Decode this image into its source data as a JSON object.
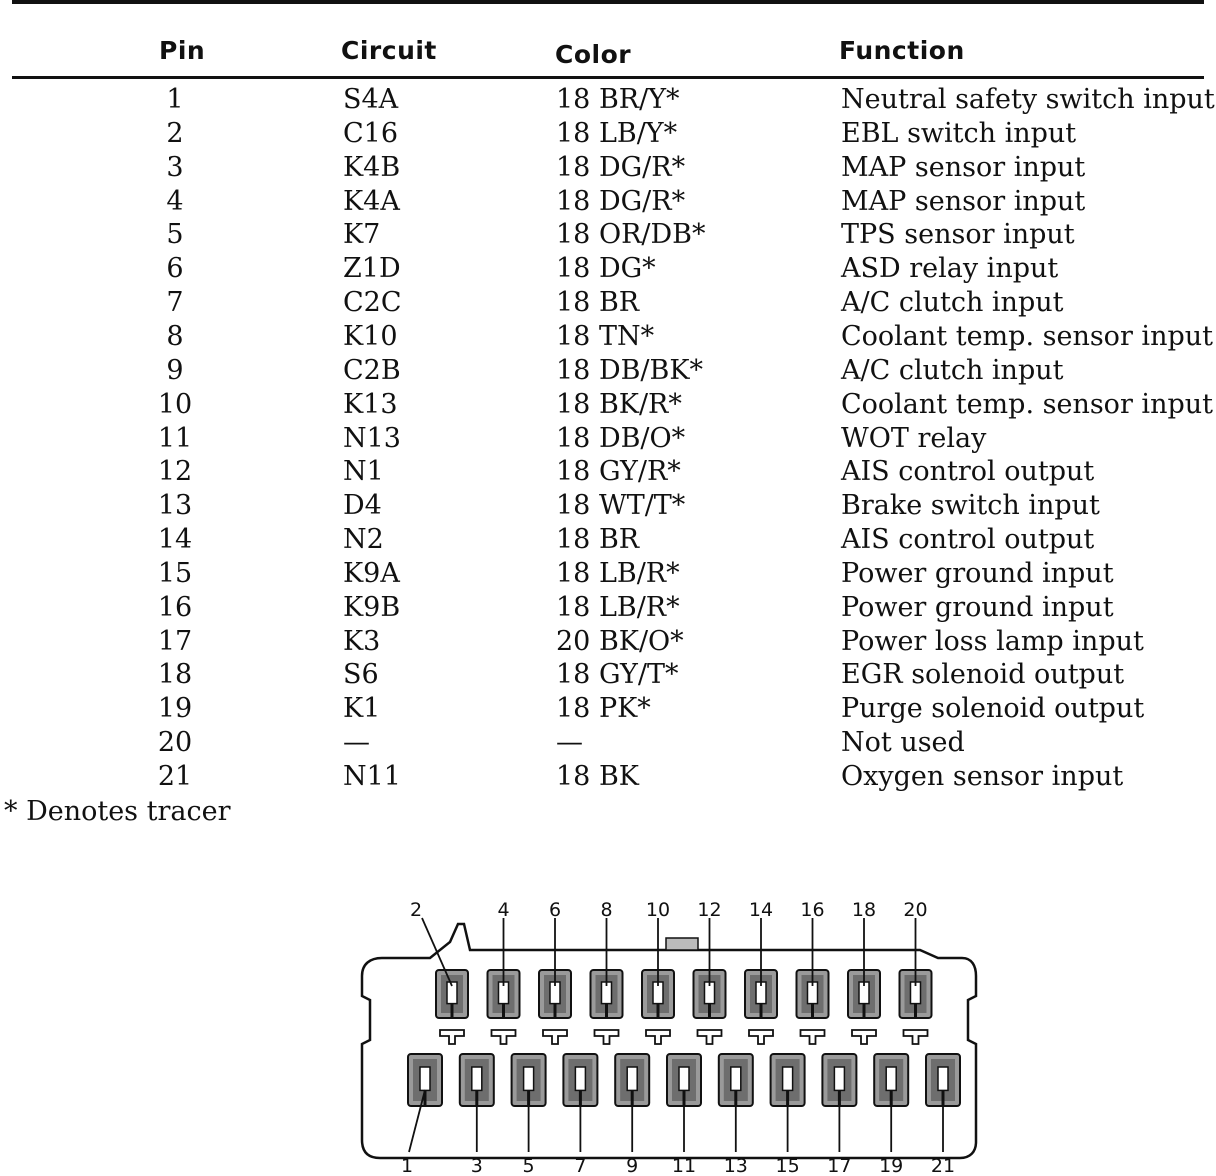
{
  "table": {
    "headers": {
      "pin": "Pin",
      "circuit": "Circuit",
      "color": "Color",
      "function": "Function"
    },
    "rows": [
      {
        "pin": "1",
        "circuit": "S4A",
        "color": "18 BR/Y*",
        "function": "Neutral safety switch input"
      },
      {
        "pin": "2",
        "circuit": "C16",
        "color": "18 LB/Y*",
        "function": "EBL switch input"
      },
      {
        "pin": "3",
        "circuit": "K4B",
        "color": "18 DG/R*",
        "function": "MAP sensor input"
      },
      {
        "pin": "4",
        "circuit": "K4A",
        "color": "18 DG/R*",
        "function": "MAP sensor input"
      },
      {
        "pin": "5",
        "circuit": "K7",
        "color": "18 OR/DB*",
        "function": "TPS sensor input"
      },
      {
        "pin": "6",
        "circuit": "Z1D",
        "color": "18 DG*",
        "function": "ASD relay input"
      },
      {
        "pin": "7",
        "circuit": "C2C",
        "color": "18 BR",
        "function": "A/C clutch input"
      },
      {
        "pin": "8",
        "circuit": "K10",
        "color": "18 TN*",
        "function": "Coolant temp. sensor input"
      },
      {
        "pin": "9",
        "circuit": "C2B",
        "color": "18 DB/BK*",
        "function": "A/C clutch input"
      },
      {
        "pin": "10",
        "circuit": "K13",
        "color": "18 BK/R*",
        "function": "Coolant temp. sensor input"
      },
      {
        "pin": "11",
        "circuit": "N13",
        "color": "18 DB/O*",
        "function": "WOT relay"
      },
      {
        "pin": "12",
        "circuit": "N1",
        "color": "18 GY/R*",
        "function": "AIS control output"
      },
      {
        "pin": "13",
        "circuit": "D4",
        "color": "18 WT/T*",
        "function": "Brake switch input"
      },
      {
        "pin": "14",
        "circuit": "N2",
        "color": "18 BR",
        "function": "AIS control output"
      },
      {
        "pin": "15",
        "circuit": "K9A",
        "color": "18 LB/R*",
        "function": "Power ground input"
      },
      {
        "pin": "16",
        "circuit": "K9B",
        "color": "18 LB/R*",
        "function": "Power ground input"
      },
      {
        "pin": "17",
        "circuit": "K3",
        "color": "20 BK/O*",
        "function": "Power loss lamp input"
      },
      {
        "pin": "18",
        "circuit": "S6",
        "color": "18 GY/T*",
        "function": "EGR solenoid output"
      },
      {
        "pin": "19",
        "circuit": "K1",
        "color": "18 PK*",
        "function": "Purge solenoid output"
      },
      {
        "pin": "20",
        "circuit": "—",
        "color": "—",
        "function": "Not used"
      },
      {
        "pin": "21",
        "circuit": "N11",
        "color": "18 BK",
        "function": "Oxygen sensor input"
      }
    ]
  },
  "footnote": "* Denotes tracer",
  "connector": {
    "top_labels": [
      "2",
      "4",
      "6",
      "8",
      "10",
      "12",
      "14",
      "16",
      "18",
      "20"
    ],
    "bottom_labels": [
      "1",
      "3",
      "5",
      "7",
      "9",
      "11",
      "13",
      "15",
      "17",
      "19",
      "21"
    ]
  }
}
